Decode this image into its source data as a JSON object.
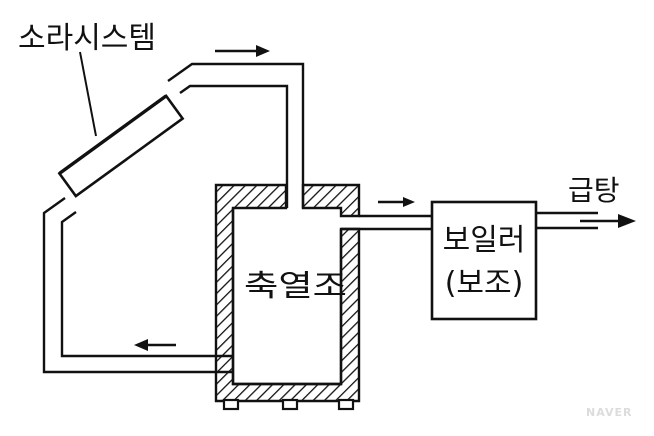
{
  "diagram": {
    "labels": {
      "solar_system": "소라시스템",
      "storage_tank": "축열조",
      "boiler_line1": "보일러",
      "boiler_line2": "(보조)",
      "hot_water_supply": "급탕"
    },
    "watermark": "NAVER"
  }
}
